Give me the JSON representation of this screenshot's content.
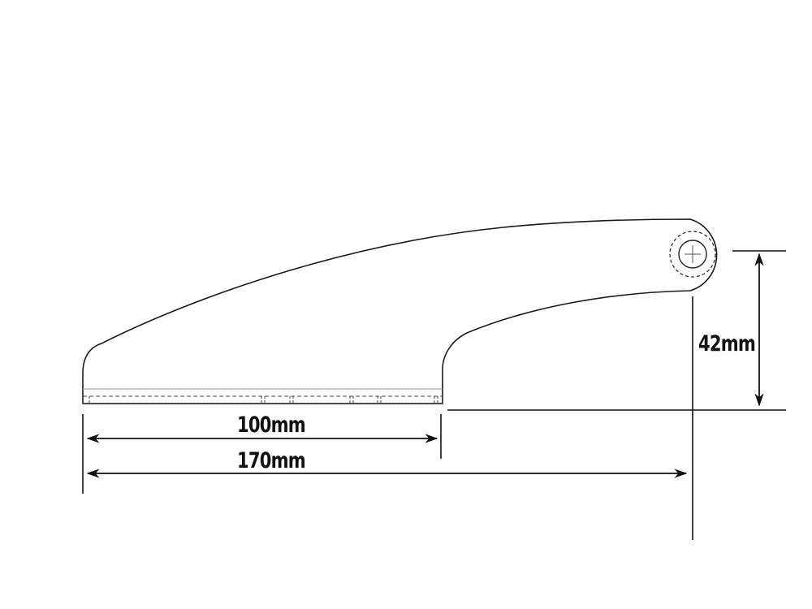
{
  "drawing": {
    "type": "technical-drawing",
    "subject": "angled bracket / arm with pivot hole",
    "line_color": "#111111",
    "background": "#ffffff"
  },
  "dimensions": {
    "base_length": {
      "label": "100mm",
      "value": 100,
      "unit": "mm",
      "orientation": "horizontal"
    },
    "overall_length": {
      "label": "170mm",
      "value": 170,
      "unit": "mm",
      "orientation": "horizontal"
    },
    "pivot_height": {
      "label": "42mm",
      "value": 42,
      "unit": "mm",
      "orientation": "vertical"
    }
  },
  "features": {
    "pivot_hole": {
      "style": "solid circle with crosshair, dashed outer counterbore circle"
    },
    "base_flange": {
      "style": "dashed hidden lines with slot markers"
    }
  }
}
